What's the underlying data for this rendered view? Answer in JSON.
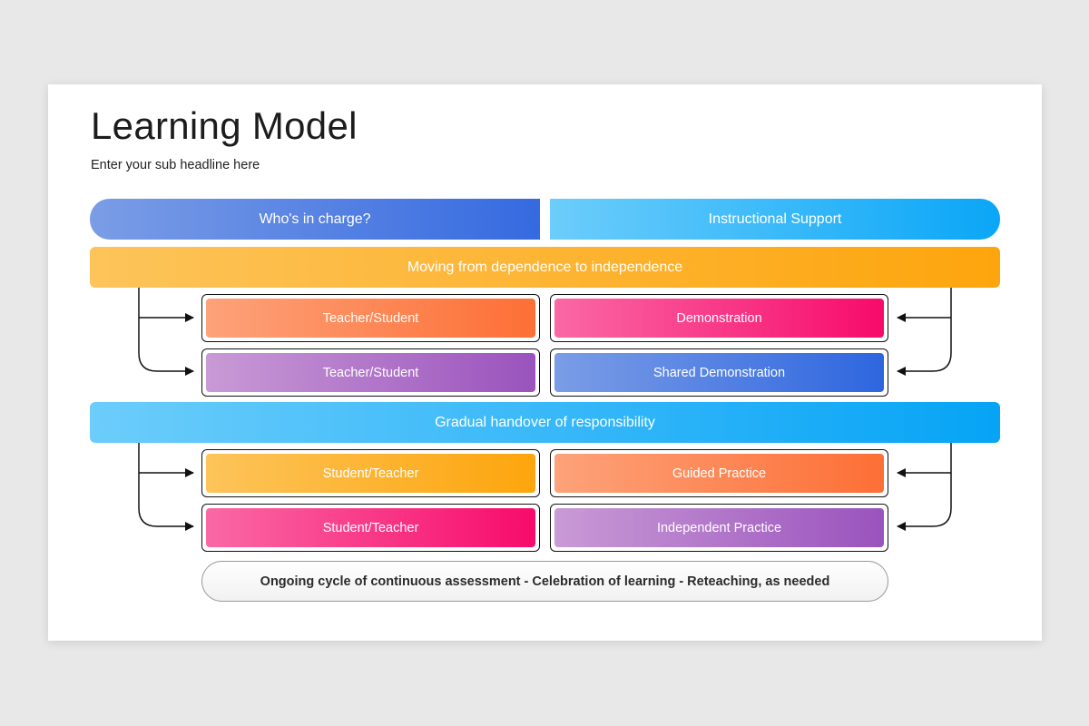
{
  "slide": {
    "title": "Learning Model",
    "subtitle": "Enter your sub headline here"
  },
  "headers": {
    "left": "Who's in charge?",
    "right": "Instructional Support"
  },
  "sections": [
    {
      "band_label": "Moving from dependence to independence",
      "rows": [
        {
          "left": "Teacher/Student",
          "right": "Demonstration"
        },
        {
          "left": "Teacher/Student",
          "right": "Shared Demonstration"
        }
      ]
    },
    {
      "band_label": "Gradual handover of responsibility",
      "rows": [
        {
          "left": "Student/Teacher",
          "right": "Guided Practice"
        },
        {
          "left": "Student/Teacher",
          "right": "Independent  Practice"
        }
      ]
    }
  ],
  "footer": "Ongoing cycle of continuous assessment  - Celebration of learning - Reteaching, as needed",
  "colors": {
    "header_left": "#356ae0",
    "header_right": "#0aa6f7",
    "band_orange": "#fda50d",
    "band_blue": "#06a4f6",
    "orange": "#fd6f35",
    "pink": "#f70b6b",
    "purple": "#9a53bd",
    "blue": "#2e66df",
    "yellow": "#fda50d"
  }
}
